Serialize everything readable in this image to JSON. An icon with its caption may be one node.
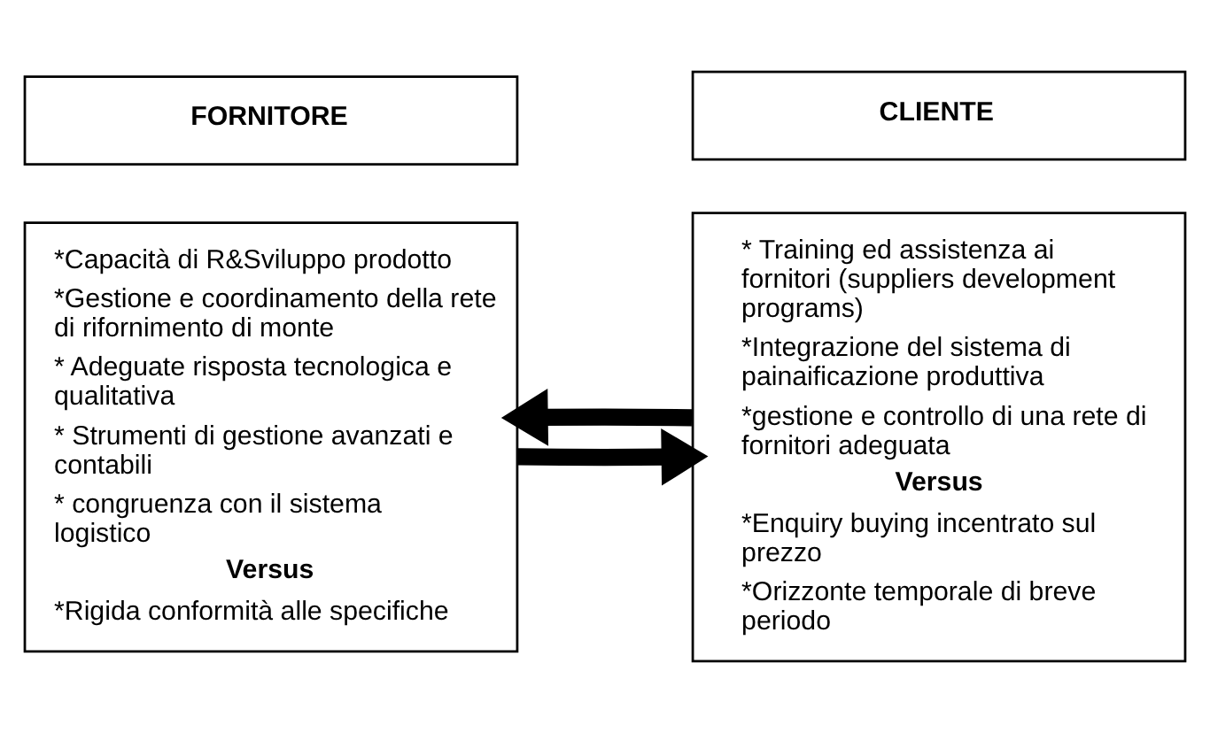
{
  "diagram": {
    "nodes": [
      {
        "text": [
          "FORNITORE"
        ]
      },
      {
        "text": [
          "CLIENTE"
        ]
      },
      {
        "text": [
          "*Capacità di R&Sviluppo prodotto",
          "*Gestione e coordinamento della rete di rifornimento di monte",
          "* Adeguate risposta tecnologica e qualitativa",
          "* Strumenti di gestione avanzati e contabili",
          "* congruenza con il sistema logistico",
          "Versus",
          "*Rigida conformità alle specifiche"
        ]
      },
      {
        "text": [
          "* Training ed assistenza ai fornitori (suppliers development programs)",
          "*Integrazione del sistema di painaificazione produttiva",
          "*gestione e controllo di una rete di fornitori adeguata",
          "Versus",
          "*Enquiry buying incentrato sul prezzo",
          "*Orizzonte temporale di breve periodo"
        ]
      }
    ],
    "edges": [
      {
        "from": 2,
        "to": 3,
        "arrow": "to"
      },
      {
        "from": 3,
        "to": 2,
        "arrow": "to"
      }
    ]
  }
}
